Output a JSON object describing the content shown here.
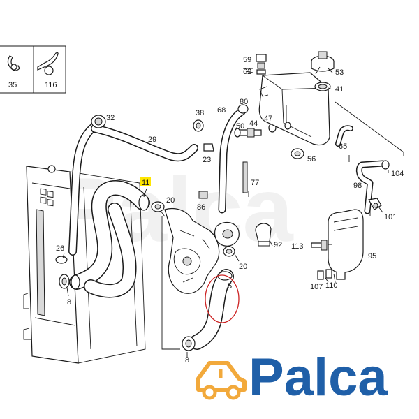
{
  "diagram": {
    "highlight_color": "#ffe600",
    "circle_color": "#cc2222",
    "highlighted_part": "11",
    "circled_part": "5",
    "legend_parts": [
      {
        "number": "35"
      },
      {
        "number": "116"
      }
    ],
    "labels": {
      "p59": "59",
      "p62": "62",
      "p53": "53",
      "p41": "41",
      "p80": "80",
      "p68": "68",
      "p38": "38",
      "p47": "47",
      "p50": "50",
      "p44": "44",
      "p32": "32",
      "p29": "29",
      "p23": "23",
      "p56": "56",
      "p65": "65",
      "p104": "104",
      "p77": "77",
      "p98": "98",
      "p11": "11",
      "p20a": "20",
      "p86": "86",
      "p101": "101",
      "p26": "26",
      "p92": "92",
      "p113": "113",
      "p95": "95",
      "p20b": "20",
      "p8a": "8",
      "p5": "5",
      "p107": "107",
      "p110": "110",
      "p8b": "8"
    }
  },
  "logo": {
    "text": "Palca",
    "brand_color": "#1f5fa8",
    "icon_color": "#f2a93b",
    "icon": "car-icon"
  }
}
